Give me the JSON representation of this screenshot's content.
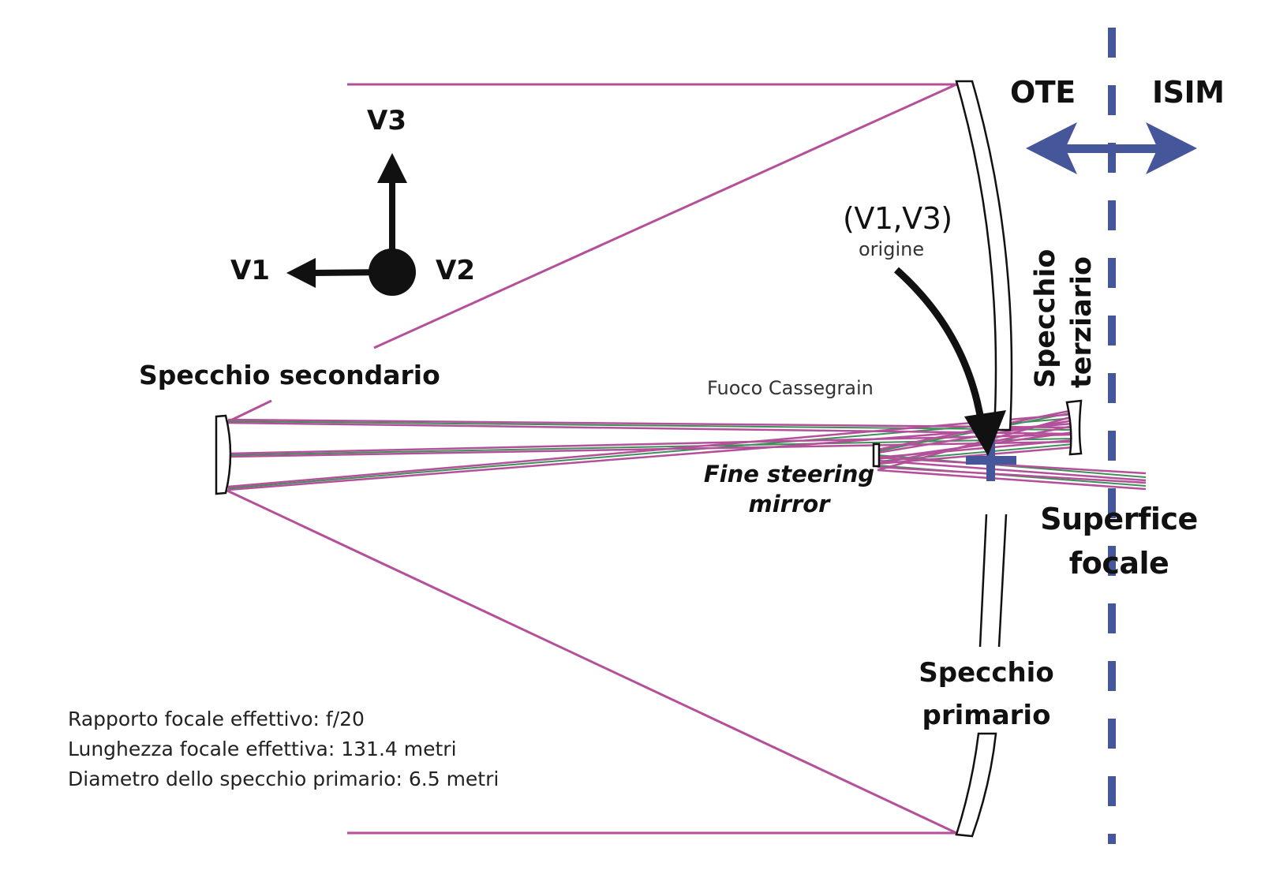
{
  "labels": {
    "ote": "OTE",
    "isim": "ISIM",
    "v3": "V3",
    "v1": "V1",
    "v2": "V2",
    "origin_title": "(V1,V3)",
    "origin_sub": "origine",
    "secondary": "Specchio secondario",
    "cassegrain": "Fuoco Cassegrain",
    "tertiary_line1": "Specchio",
    "tertiary_line2": "terziario",
    "fsm_line1": "Fine steering",
    "fsm_line2": "mirror",
    "focal_line1": "Superfice",
    "focal_line2": "focale",
    "primary_line1": "Specchio",
    "primary_line2": "primario"
  },
  "notes": [
    "Rapporto focale effettivo: f/20",
    "Lunghezza focale effettiva: 131.4 metri",
    "Diametro dello specchio primario: 6.5 metri"
  ],
  "colors": {
    "ray_magenta": "#b4509a",
    "ray_green": "#3f8f5a",
    "accent_blue": "#46569b",
    "mirror_stroke": "#111111"
  }
}
